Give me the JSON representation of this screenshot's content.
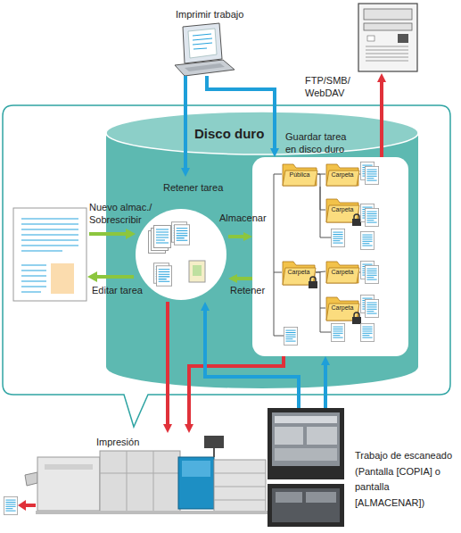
{
  "diagram": {
    "nodes": [
      {
        "text": [
          "Imprimir trabajo"
        ]
      },
      {
        "text": [
          "FTP/SMB/ WebDAV"
        ]
      },
      {
        "text": [
          "Disco duro"
        ]
      },
      {
        "text": [
          "Guardar tarea en disco duro"
        ],
        "in": 2
      },
      {
        "text": [
          "Pública"
        ],
        "in": 3
      },
      {
        "text": [
          "Carpeta"
        ],
        "in": 3
      },
      {
        "text": [
          "Carpeta"
        ],
        "in": 3
      },
      {
        "text": [
          "Carpeta"
        ],
        "in": 3
      },
      {
        "text": [
          "Carpeta"
        ],
        "in": 3
      },
      {
        "text": [
          "Carpeta"
        ],
        "in": 3
      },
      {
        "text": [
          "Retener tarea"
        ],
        "in": 2
      },
      {
        "text": [
          "Impresión"
        ]
      },
      {
        "text": [
          "Trabajo de escaneado (Pantalla [COPIA] o pantalla [ALMACENAR])"
        ]
      }
    ],
    "edges": [
      {
        "from": 0,
        "to": 10,
        "arrow": "to"
      },
      {
        "from": 0,
        "to": 3,
        "arrow": "to"
      },
      {
        "from": 3,
        "to": 1,
        "arrow": "to"
      },
      {
        "from": 10,
        "to": 3,
        "label": "Almacenar",
        "arrow": "to"
      },
      {
        "from": 3,
        "to": 10,
        "label": "Retener",
        "arrow": "to"
      },
      {
        "from": 10,
        "to": 11,
        "arrow": "to"
      },
      {
        "from": 3,
        "to": 11,
        "arrow": "to"
      },
      {
        "from": 12,
        "to": 10,
        "arrow": "to"
      },
      {
        "from": 12,
        "to": 3,
        "arrow": "to"
      },
      {
        "from": 4,
        "to": 5,
        "arrow": "none"
      },
      {
        "from": 4,
        "to": 6,
        "arrow": "none"
      },
      {
        "from": 7,
        "to": 8,
        "arrow": "none"
      },
      {
        "from": 7,
        "to": 9,
        "arrow": "none"
      }
    ],
    "labels": [
      "Nuevo almac./ Sobrescribir",
      "Editar tarea"
    ]
  }
}
